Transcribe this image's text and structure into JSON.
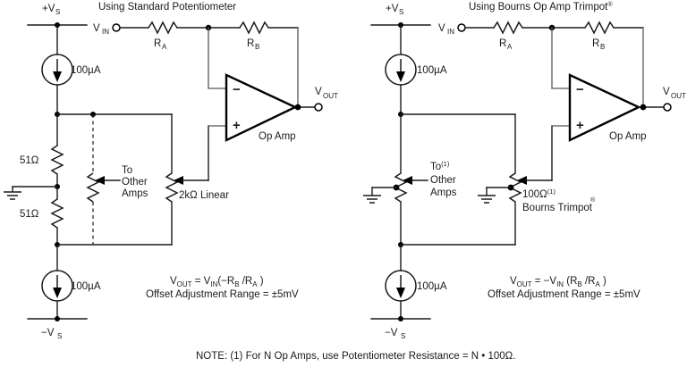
{
  "figure": {
    "note": "NOTE: (1) For N Op Amps, use Potentiometer Resistance = N • 100Ω."
  },
  "left_circuit": {
    "title": "Using Standard Potentiometer",
    "supply_pos": "+V",
    "supply_pos_sub": "S",
    "supply_neg": "−V",
    "supply_neg_sub": "S",
    "current_source_top": "100µA",
    "current_source_bottom": "100µA",
    "vin": "V",
    "vin_sub": "IN",
    "vout": "V",
    "vout_sub": "OUT",
    "ra": "R",
    "ra_sub": "A",
    "rb": "R",
    "rb_sub": "B",
    "res_top": "51Ω",
    "res_bottom": "51Ω",
    "opamp_label": "Op Amp",
    "opamp_minus": "−",
    "opamp_plus": "+",
    "to_other_amps_line1": "To",
    "to_other_amps_line2": "Other",
    "to_other_amps_line3": "Amps",
    "pot_label": "2kΩ Linear",
    "equation_line1_a": "V",
    "equation_line1_a_sub": "OUT",
    "equation_line1_b": " = V",
    "equation_line1_b_sub": "IN",
    "equation_line1_c": "(−R",
    "equation_line1_c_sub": "B",
    "equation_line1_d": " /R",
    "equation_line1_d_sub": "A",
    "equation_line1_e": " )",
    "equation_line2": "Offset Adjustment Range = ±5mV"
  },
  "right_circuit": {
    "title": "Using Bourns Op Amp Trimpot",
    "title_reg": "®",
    "supply_pos": "+V",
    "supply_pos_sub": "S",
    "supply_neg": "−V",
    "supply_neg_sub": "S",
    "current_source_top": "100µA",
    "current_source_bottom": "100µA",
    "vin": "V",
    "vin_sub": "IN",
    "vout": "V",
    "vout_sub": "OUT",
    "ra": "R",
    "ra_sub": "A",
    "rb": "R",
    "rb_sub": "B",
    "opamp_label": "Op Amp",
    "opamp_minus": "−",
    "opamp_plus": "+",
    "to_other_amps_line1": "To",
    "to_other_amps_sup": "(1)",
    "to_other_amps_line2": "Other",
    "to_other_amps_line3": "Amps",
    "pot_label": "100Ω",
    "pot_label_sup": "(1)",
    "pot_brand": "Bourns Trimpot",
    "pot_brand_reg": "®",
    "equation_line1_a": "V",
    "equation_line1_a_sub": "OUT",
    "equation_line1_b": " = −V",
    "equation_line1_b_sub": "IN",
    "equation_line1_c": " (R",
    "equation_line1_c_sub": "B",
    "equation_line1_d": " /R",
    "equation_line1_d_sub": "A",
    "equation_line1_e": " )",
    "equation_line2": "Offset Adjustment Range = ±5mV"
  }
}
